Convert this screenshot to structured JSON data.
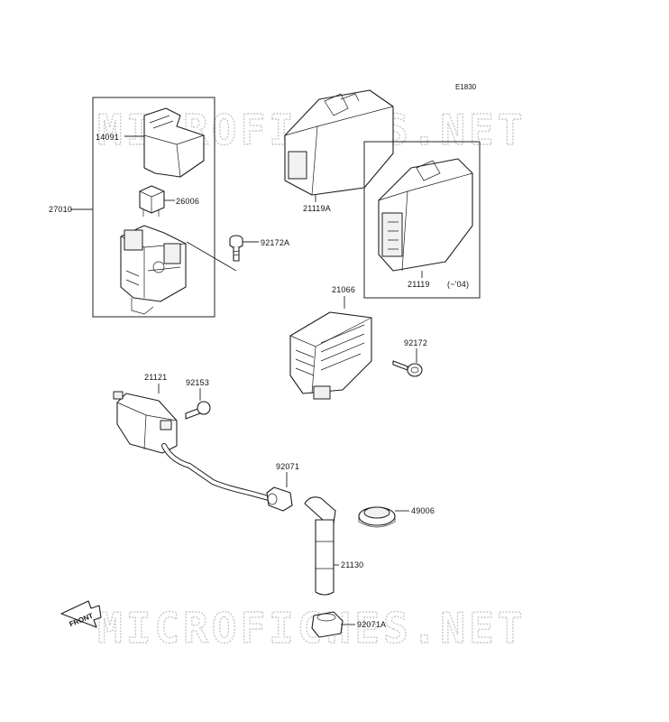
{
  "diagram": {
    "code": "E1830",
    "watermark_text": "MICROFICHES.NET",
    "front_label": "FRONT",
    "parts": {
      "p14091": "14091",
      "p27010": "27010",
      "p26006": "26006",
      "p92172a": "92172A",
      "p21119a": "21119A",
      "p21119": "21119",
      "p21119_note": "(~'04)",
      "p21066": "21066",
      "p92172": "92172",
      "p21121": "21121",
      "p92153": "92153",
      "p92071": "92071",
      "p49006": "49006",
      "p21130": "21130",
      "p92071a": "92071A"
    }
  }
}
